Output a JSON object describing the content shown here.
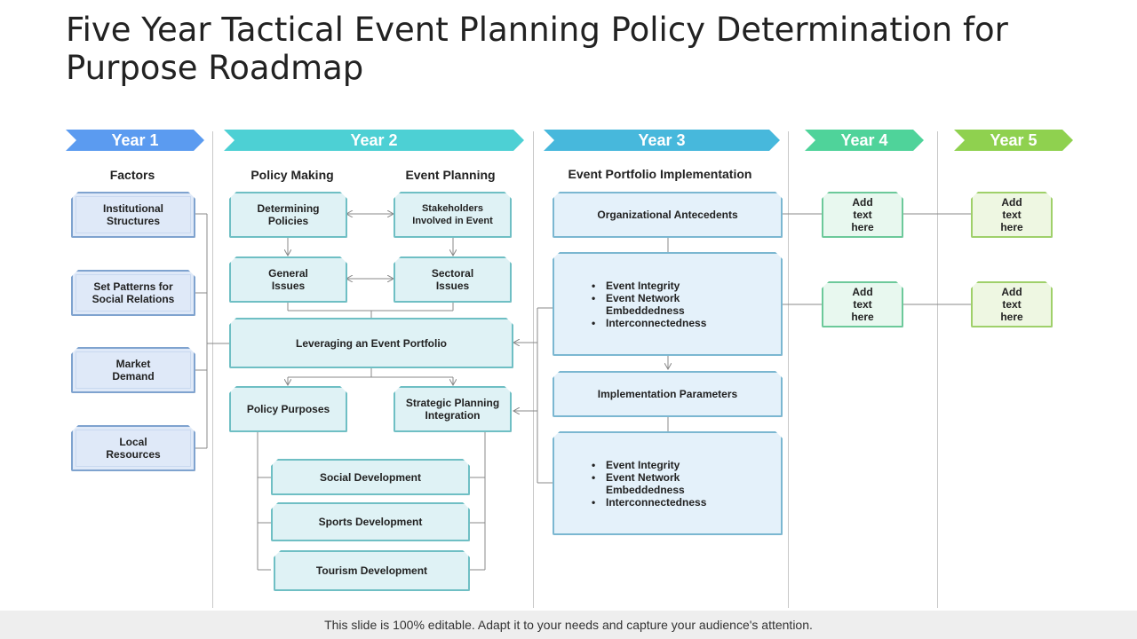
{
  "title": "Five Year Tactical Event Planning  Policy Determination for Purpose Roadmap",
  "years": [
    "Year 1",
    "Year 2",
    "Year 3",
    "Year 4",
    "Year 5"
  ],
  "colors": {
    "year1": "#5b9bf0",
    "year2": "#4dd0d4",
    "year3": "#47b8dc",
    "year4": "#4fd39a",
    "year5": "#8fd14f"
  },
  "headings": {
    "factors": "Factors",
    "policy_making": "Policy Making",
    "event_planning": "Event Planning",
    "portfolio": "Event Portfolio Implementation"
  },
  "factors": [
    "Institutional Structures",
    "Set Patterns for Social Relations",
    "Market Demand",
    "Local Resources"
  ],
  "year2": {
    "determining": "Determining Policies",
    "stakeholders": "Stakeholders Involved in Event",
    "general": "General Issues",
    "sectoral": "Sectoral Issues",
    "leveraging": "Leveraging an Event Portfolio",
    "purposes": "Policy Purposes",
    "strategic": "Strategic Planning Integration",
    "social": "Social Development",
    "sports": "Sports Development",
    "tourism": "Tourism Development"
  },
  "year3": {
    "antecedents": "Organizational Antecedents",
    "list1": [
      "Event Integrity",
      "Event Network Embeddedness",
      "Interconnectedness"
    ],
    "parameters": "Implementation Parameters",
    "list2": [
      "Event Integrity",
      "Event Network Embeddedness",
      "Interconnectedness"
    ]
  },
  "year4": [
    "Add text here",
    "Add text here"
  ],
  "year5": [
    "Add text here",
    "Add text here"
  ],
  "footer": "This slide is 100% editable. Adapt it to your needs and capture your audience's attention."
}
